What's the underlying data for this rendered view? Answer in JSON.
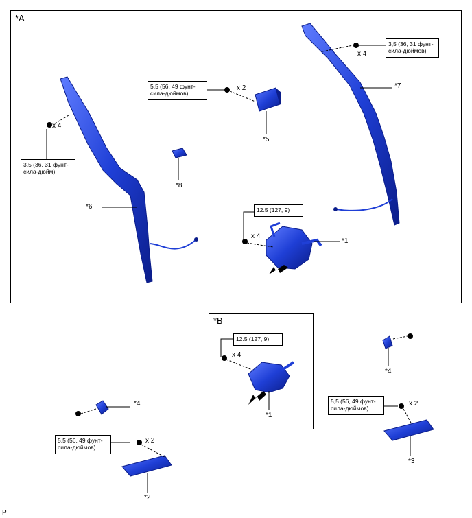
{
  "view_a": {
    "title": "*A",
    "callouts": {
      "c1": "*1",
      "c5": "*5",
      "c6": "*6",
      "c7": "*7",
      "c8": "*8"
    },
    "torque_left": {
      "line1": "3,5 (36, 31 фунт-",
      "line2": "сила-дюйм)"
    },
    "torque_right": {
      "line1": "3,5 (36, 31 фунт-",
      "line2": "сила-дюймов)"
    },
    "torque_mid": {
      "line1": "5,5 (56, 49 фунт-",
      "line2": "сила-дюймов)"
    },
    "torque_motor": "12.5 (127, 9)",
    "qty_left": "x 4",
    "qty_right": "x 4",
    "qty_mid": "x 2",
    "qty_motor": "x 4"
  },
  "view_b": {
    "title": "*B",
    "callout": "*1",
    "torque": "12.5 (127, 9)",
    "qty": "x 4"
  },
  "lower_left": {
    "callout_top": "*4",
    "callout_bottom": "*2",
    "torque": {
      "line1": "5,5 (56, 49 фунт-",
      "line2": "сила-дюймов)"
    },
    "qty": "x 2"
  },
  "lower_right": {
    "callout_top": "*4",
    "callout_bottom": "*3",
    "torque": {
      "line1": "5,5 (56, 49 фунт-",
      "line2": "сила-дюймов)"
    },
    "qty": "x 2"
  },
  "corner_mark": "P",
  "colors": {
    "part": "#1f3fd6",
    "part_dark": "#0b1d8a",
    "part_light": "#5f7cff"
  }
}
